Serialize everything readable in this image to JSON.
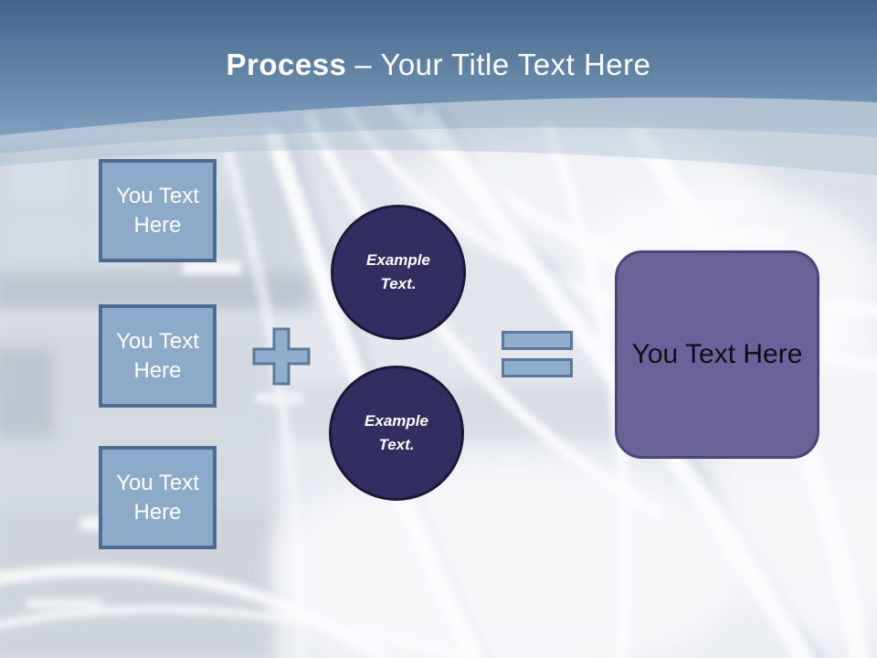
{
  "colors": {
    "header-top": "#41658b",
    "header-bottom": "#7e9fbe",
    "title-text": "#ffffff",
    "box-fill": "#8cabca",
    "box-border": "#4b6d94",
    "op-fill": "#8fadcc",
    "op-border": "#5b7a9b",
    "circle-fill": "#332e62",
    "circle-border": "#1b1839",
    "result-fill": "#6a6399",
    "result-border": "#4c4579",
    "result-text": "#0d0d12"
  },
  "title": {
    "bold_text": "Process",
    "regular_text": "– Your Title Text Here"
  },
  "diagram": {
    "input_boxes": [
      {
        "label": "You Text\nHere"
      },
      {
        "label": "You Text\nHere"
      },
      {
        "label": "You Text\nHere"
      }
    ],
    "operators": [
      {
        "icon": "plus-icon"
      },
      {
        "icon": "equals-icon"
      }
    ],
    "example_circles": [
      {
        "label": "Example\nText."
      },
      {
        "label": "Example\nText."
      }
    ],
    "result_box": {
      "label": "You Text Here"
    }
  }
}
